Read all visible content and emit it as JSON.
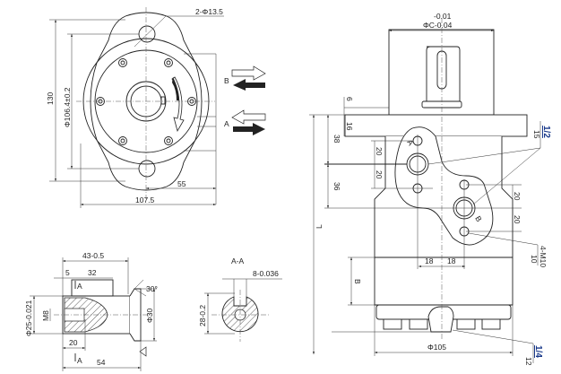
{
  "front_view": {
    "hole_label": "2-Φ13.5",
    "height_dim": "130",
    "pcd_dim": "Φ106.4±0.2",
    "offset_dim": "55",
    "width_dim": "107.5",
    "port_b": "B",
    "port_a": "A"
  },
  "side_view": {
    "shaft_tol_upper": "-0.01",
    "shaft_tol_lower": "ΦC-0.04",
    "dim_6": "6",
    "dim_16": "16",
    "dim_38": "38",
    "dim_36": "36",
    "dim_20_a1": "20",
    "dim_20_a2": "20",
    "dim_20_b1": "20",
    "dim_20_b2": "20",
    "port_a": "A",
    "port_b": "B",
    "length_dim": "L",
    "b_dim": "B",
    "dim_18_left": "18",
    "dim_18_right": "18",
    "diameter_dim": "Φ105",
    "main_port_thread": "1/2",
    "main_port_depth": "15",
    "mount_thread": "4-M10",
    "mount_depth": "10",
    "drain_thread": "1/4",
    "drain_depth": "12"
  },
  "shaft_view": {
    "key_length_total": "43-0.5",
    "key_offset": "5",
    "key_length": "32",
    "section_marker_top": "A",
    "section_marker_bottom": "A",
    "shaft_diameter": "Φ25-0.021",
    "thread": "M8",
    "thread_depth": "20",
    "collar_diameter": "Φ30",
    "chamfer_angle": "30°",
    "shaft_length": "54"
  },
  "section_view": {
    "title": "A-A",
    "key_width": "8-0.036",
    "key_height": "28-0.2"
  }
}
